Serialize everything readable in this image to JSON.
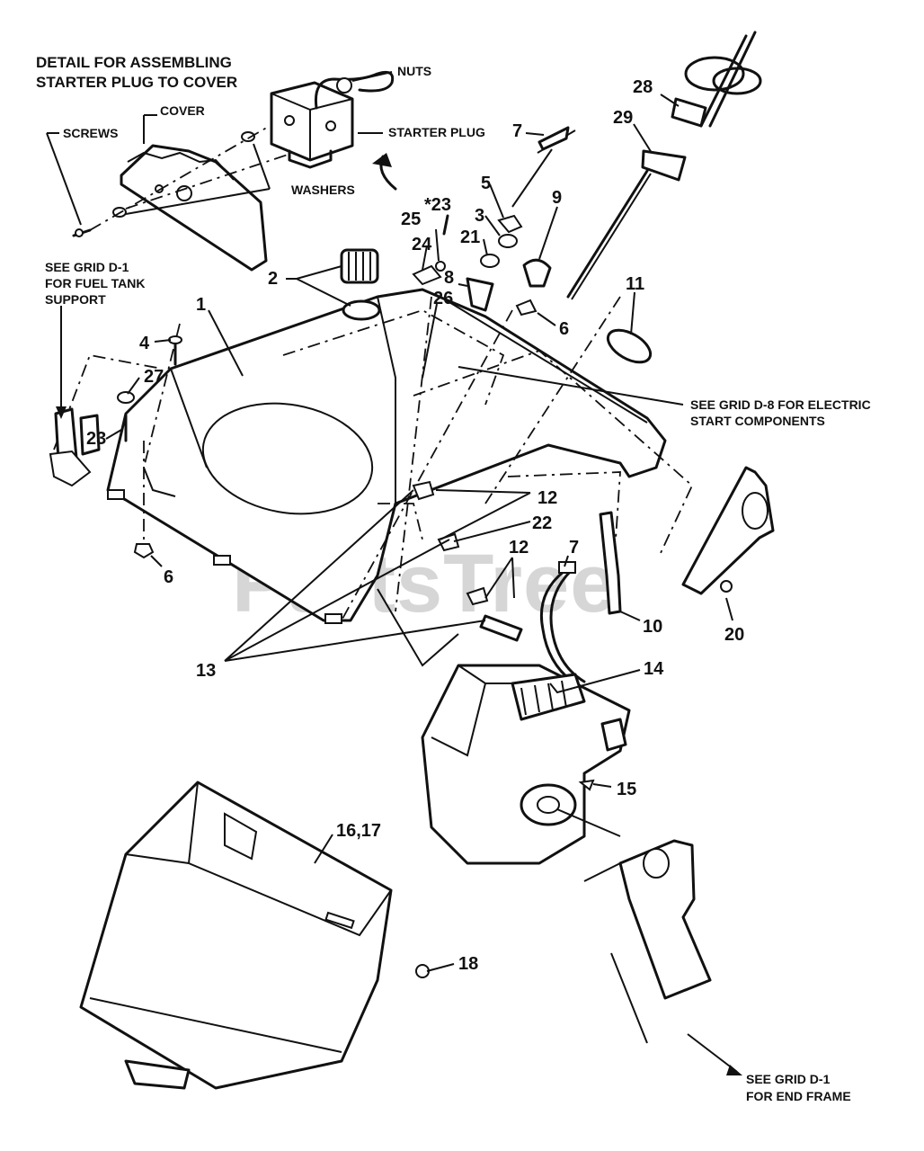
{
  "detail": {
    "title_line1": "DETAIL FOR ASSEMBLING",
    "title_line2": "STARTER PLUG TO COVER",
    "nuts": "NUTS",
    "cover": "COVER",
    "screws": "SCREWS",
    "starter_plug": "STARTER PLUG",
    "washers": "WASHERS"
  },
  "notes": {
    "fuel_tank_1": "SEE GRID D-1",
    "fuel_tank_2": "FOR FUEL TANK",
    "fuel_tank_3": "SUPPORT",
    "electric_1": "SEE GRID D-8  FOR ELECTRIC",
    "electric_2": "START COMPONENTS",
    "end_frame_1": "SEE GRID D-1",
    "end_frame_2": "FOR END FRAME"
  },
  "callouts": {
    "c1": "1",
    "c2": "2",
    "c3": "3",
    "c4": "4",
    "c5": "5",
    "c6a": "6",
    "c6b": "6",
    "c7a": "7",
    "c7b": "7",
    "c8": "8",
    "c9": "9",
    "c10": "10",
    "c11": "11",
    "c12a": "12",
    "c12b": "12",
    "c13": "13",
    "c14": "14",
    "c15": "15",
    "c16_17": "16,17",
    "c18": "18",
    "c20": "20",
    "c21": "21",
    "c22": "22",
    "c23a": "*23",
    "c23b": "23",
    "c24": "24",
    "c25": "25",
    "c26": "26",
    "c27": "27",
    "c28": "28",
    "c29": "29"
  },
  "watermark": "PartsTree",
  "colors": {
    "ink": "#111111",
    "watermark": "#d6d6d6",
    "background": "#ffffff"
  }
}
